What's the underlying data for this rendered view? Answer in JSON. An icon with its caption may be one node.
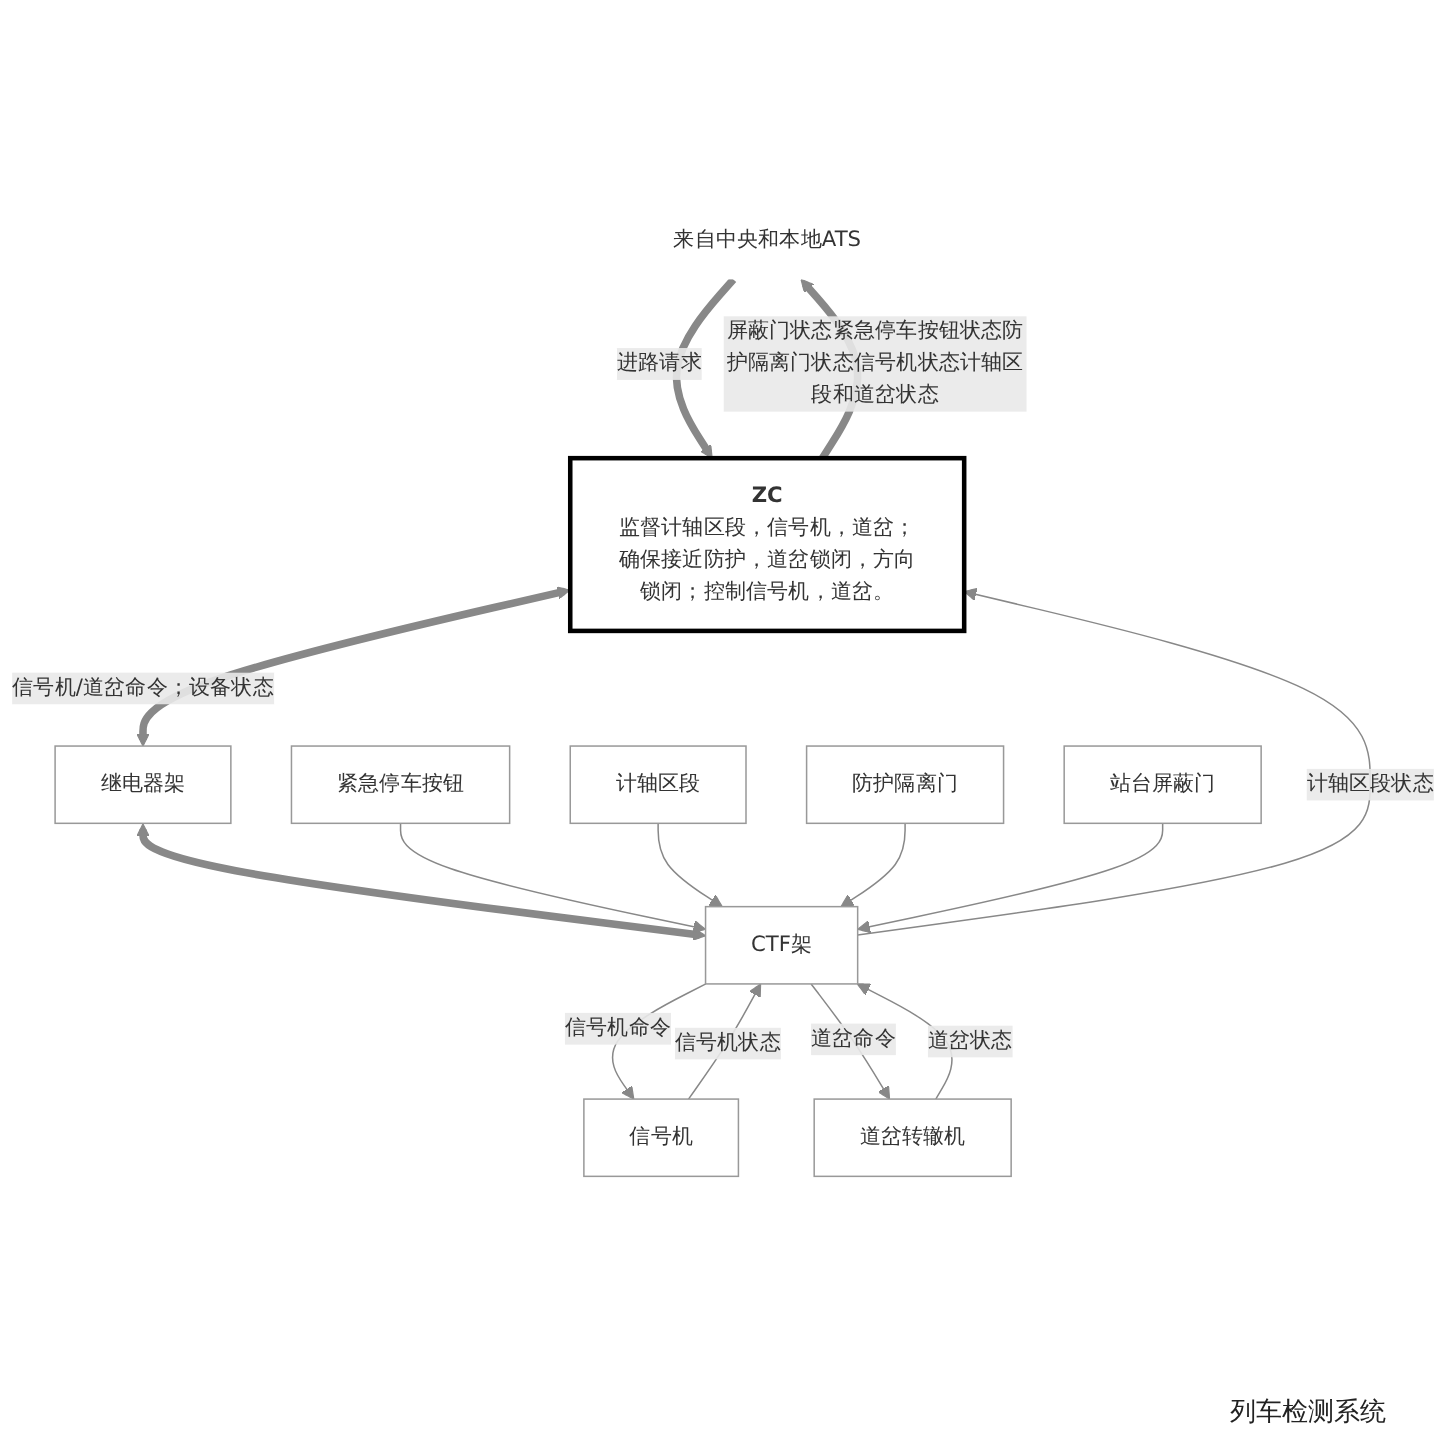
{
  "diagram": {
    "nodes": [
      {
        "text": [
          "来自中央和本地ATS"
        ]
      },
      {
        "text": [
          "ZC",
          "监督计轴区段，信号机，道岔；确保接近防护，道岔锁闭，方向锁闭；控制信号机，道岔。"
        ]
      },
      {
        "text": [
          "继电器架"
        ]
      },
      {
        "text": [
          "CTF架"
        ]
      },
      {
        "text": [
          "防护隔离门"
        ]
      },
      {
        "text": [
          "站台屏蔽门"
        ]
      },
      {
        "text": [
          "信号机"
        ]
      },
      {
        "text": [
          "道岔转辙机"
        ]
      },
      {
        "text": [
          "紧急停车按钮"
        ]
      },
      {
        "text": [
          "计轴区段"
        ]
      }
    ],
    "edges": [
      {
        "from": 1,
        "to": 0,
        "arrow": "to",
        "style": "thick",
        "label": "屏蔽门状态紧急停车按钮状态防护隔离门状态信号机状态计轴区段和道岔状态"
      },
      {
        "from": 0,
        "to": 1,
        "arrow": "to",
        "style": "thick",
        "label": "进路请求"
      },
      {
        "from": 1,
        "to": 2,
        "arrow": "both",
        "style": "thick",
        "label": "信号机/道岔命令；设备状态"
      },
      {
        "from": 2,
        "to": 3,
        "arrow": "both",
        "style": "thick"
      },
      {
        "from": 3,
        "to": 1,
        "arrow": "to",
        "label": "计轴区段状态"
      },
      {
        "from": 3,
        "to": 6,
        "arrow": "to",
        "label": "信号机命令"
      },
      {
        "from": 6,
        "to": 3,
        "arrow": "to",
        "label": "信号机状态"
      },
      {
        "from": 3,
        "to": 7,
        "arrow": "to",
        "label": "道岔命令"
      },
      {
        "from": 7,
        "to": 3,
        "arrow": "to",
        "label": "道岔状态"
      },
      {
        "from": 8,
        "to": 3,
        "arrow": "to"
      },
      {
        "from": 9,
        "to": 3,
        "arrow": "to"
      },
      {
        "from": 4,
        "to": 3,
        "arrow": "to"
      },
      {
        "from": 5,
        "to": 3,
        "arrow": "to"
      }
    ],
    "labels": [
      "列车检测系统"
    ]
  }
}
